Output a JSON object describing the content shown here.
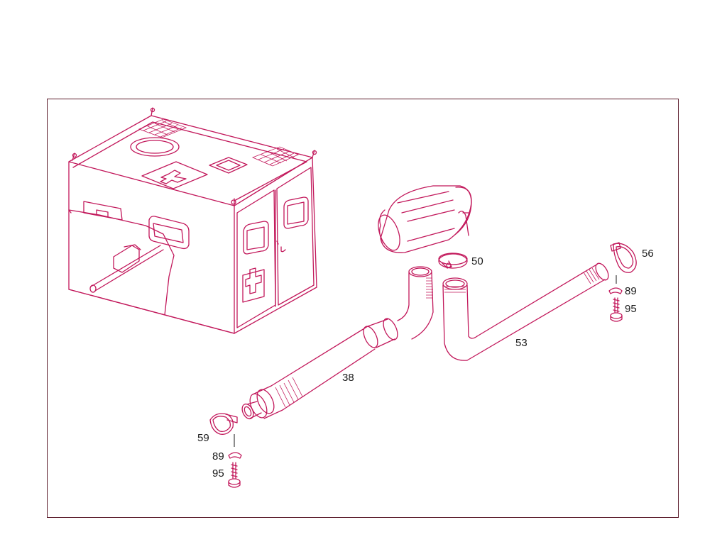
{
  "callouts": {
    "pipe_38": "38",
    "clamp_50": "50",
    "pipe_53": "53",
    "clip_56": "56",
    "clip_59": "59",
    "washer_89_right": "89",
    "screw_95_right": "95",
    "washer_89_left": "89",
    "screw_95_left": "95"
  },
  "colors": {
    "line": "#c2185b",
    "line_dark": "#8a1040",
    "frame": "#5a1a2a",
    "label": "#1a1a1a"
  }
}
